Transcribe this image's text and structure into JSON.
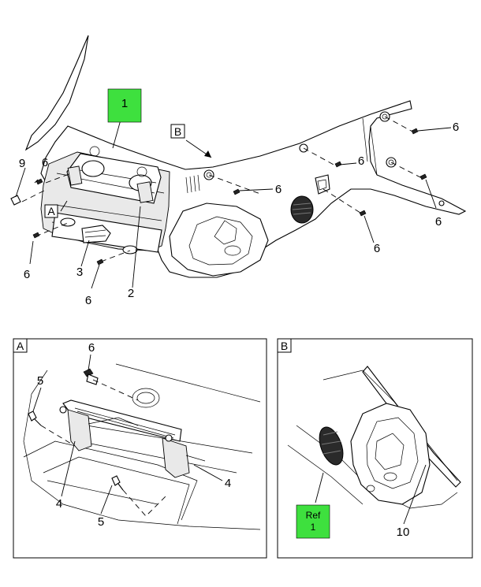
{
  "callouts": {
    "main": {
      "ref_number": "1"
    },
    "detail_b": {
      "ref_label": "Ref",
      "ref_number": "1"
    }
  },
  "view_labels": {
    "a": "A",
    "b": "B"
  },
  "main_view": {
    "labels": {
      "n1": "9",
      "n2": "6",
      "n3": "6",
      "n4": "3",
      "n5": "6",
      "n6": "2",
      "n7": "6",
      "n8": "6",
      "n9": "6",
      "n10": "6",
      "n11": "6"
    }
  },
  "detail_a": {
    "labels": {
      "n1": "6",
      "n2": "5",
      "n3": "4",
      "n4": "4",
      "n5": "5"
    }
  },
  "detail_b": {
    "labels": {
      "n1": "10"
    }
  },
  "colors": {
    "callout_fill": "#3ee03e",
    "line": "#000000",
    "background": "#ffffff"
  }
}
